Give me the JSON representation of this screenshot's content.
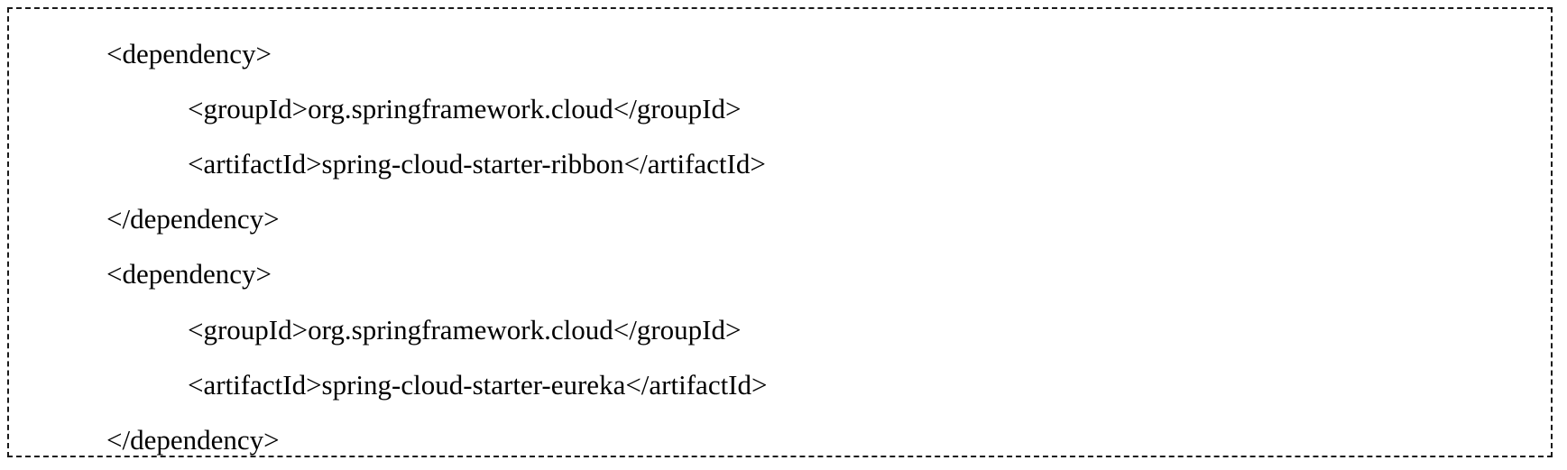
{
  "code_block": {
    "lines": [
      {
        "indent": 0,
        "text": "<dependency>"
      },
      {
        "indent": 1,
        "text": "<groupId>org.springframework.cloud</groupId>"
      },
      {
        "indent": 1,
        "text": "<artifactId>spring-cloud-starter-ribbon</artifactId>"
      },
      {
        "indent": 0,
        "text": "</dependency>"
      },
      {
        "indent": 0,
        "text": "<dependency>"
      },
      {
        "indent": 1,
        "text": "<groupId>org.springframework.cloud</groupId>"
      },
      {
        "indent": 1,
        "text": "<artifactId>spring-cloud-starter-eureka</artifactId>"
      },
      {
        "indent": 0,
        "text": "</dependency>"
      }
    ]
  }
}
